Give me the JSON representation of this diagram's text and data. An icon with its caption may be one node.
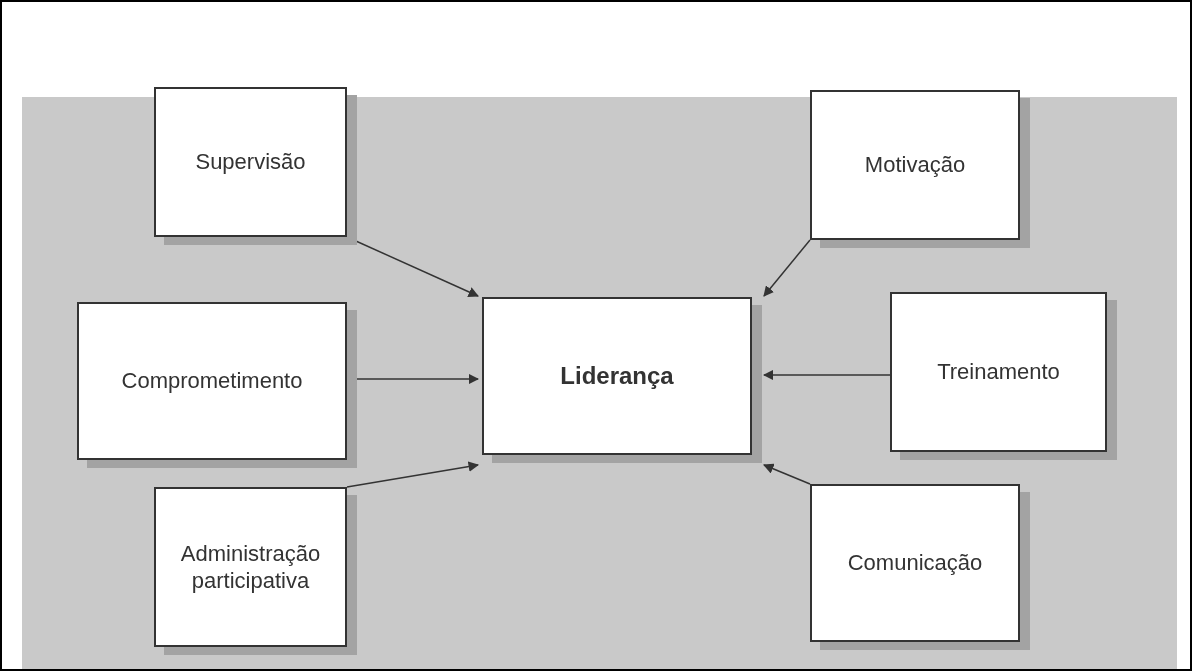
{
  "diagram": {
    "nodes": [
      {
        "text": [
          "Supervisão"
        ]
      },
      {
        "text": [
          "Motivação"
        ]
      },
      {
        "text": [
          "Comprometimento"
        ]
      },
      {
        "text": [
          "Liderança"
        ]
      },
      {
        "text": [
          "Treinamento"
        ]
      },
      {
        "text": [
          "Administração participativa"
        ]
      },
      {
        "text": [
          "Comunicação"
        ]
      }
    ],
    "edges": [
      {
        "from": 0,
        "to": 3,
        "arrow": "to"
      },
      {
        "from": 1,
        "to": 3,
        "arrow": "to"
      },
      {
        "from": 2,
        "to": 3,
        "arrow": "to"
      },
      {
        "from": 4,
        "to": 3,
        "arrow": "to"
      },
      {
        "from": 5,
        "to": 3,
        "arrow": "to"
      },
      {
        "from": 6,
        "to": 3,
        "arrow": "to"
      }
    ]
  }
}
